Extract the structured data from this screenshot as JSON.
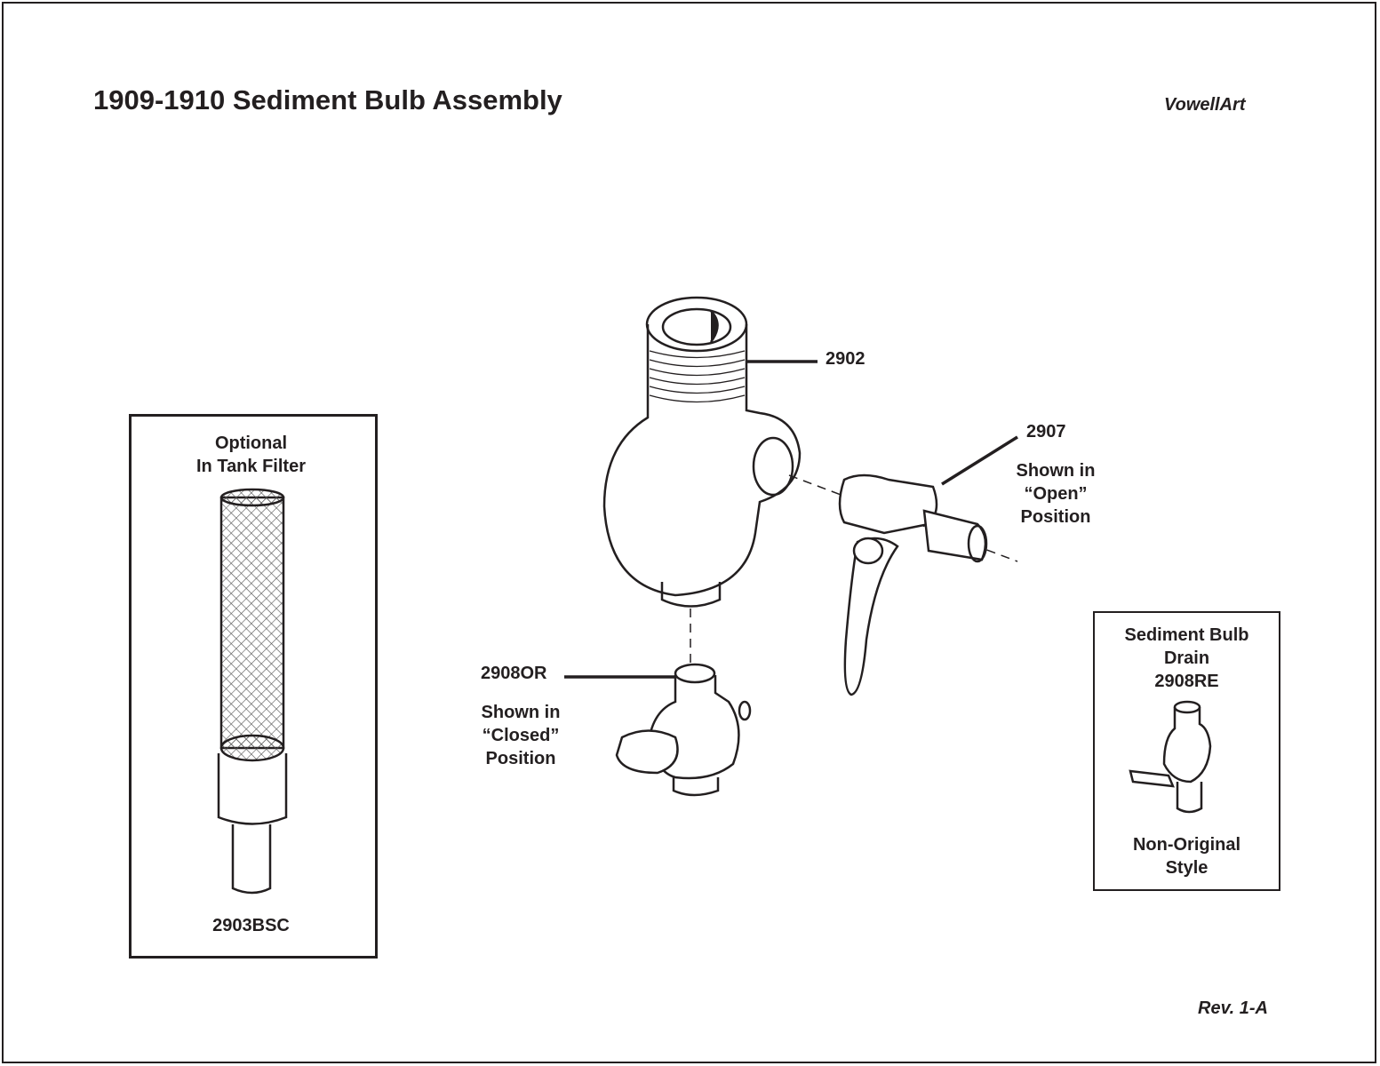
{
  "title": "1909-1910 Sediment Bulb Assembly",
  "brand": "VowellArt",
  "revision": "Rev. 1-A",
  "parts": {
    "filter": {
      "heading_1": "Optional",
      "heading_2": "In Tank Filter",
      "part_number": "2903BSC"
    },
    "bulb": {
      "part_number": "2902"
    },
    "petcock": {
      "part_number": "2907",
      "note_1": "Shown in",
      "note_2": "“Open”",
      "note_3": "Position"
    },
    "drain": {
      "part_number": "2908OR",
      "note_1": "Shown in",
      "note_2": "“Closed”",
      "note_3": "Position"
    },
    "alt_drain": {
      "heading_1": "Sediment Bulb",
      "heading_2": "Drain",
      "part_number": "2908RE",
      "note_1": "Non-Original",
      "note_2": "Style"
    }
  }
}
